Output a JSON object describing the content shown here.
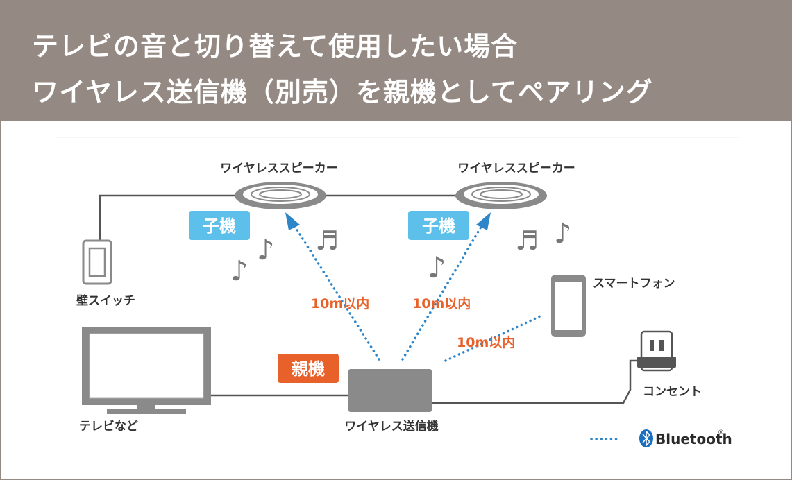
{
  "header": {
    "line1": "テレビの音と切り替えて使用したい場合",
    "line2": "ワイヤレス送信機（別売）を親機としてペアリング"
  },
  "diagram": {
    "speaker_left_label": "ワイヤレススピーカー",
    "speaker_right_label": "ワイヤレススピーカー",
    "child_badge_left": "子機",
    "child_badge_right": "子機",
    "parent_badge": "親機",
    "wall_switch_label": "壁スイッチ",
    "smartphone_label": "スマートフォン",
    "tv_label": "テレビなど",
    "transmitter_label": "ワイヤレス送信機",
    "outlet_label": "コンセント",
    "range_left": "10m以内",
    "range_center": "10m以内",
    "range_phone": "10m以内",
    "legend_label": "Bluetooth",
    "legend_mark": "®"
  },
  "icons": {
    "music_notes": "music-note-icon",
    "bluetooth": "bluetooth-icon"
  },
  "colors": {
    "header_bg": "#958a83",
    "child_badge": "#5cc0ea",
    "parent_badge": "#e8612a",
    "wireless_dots": "#2e86c9",
    "range_text": "#e8612a",
    "device_gray": "#8a8a8a"
  }
}
